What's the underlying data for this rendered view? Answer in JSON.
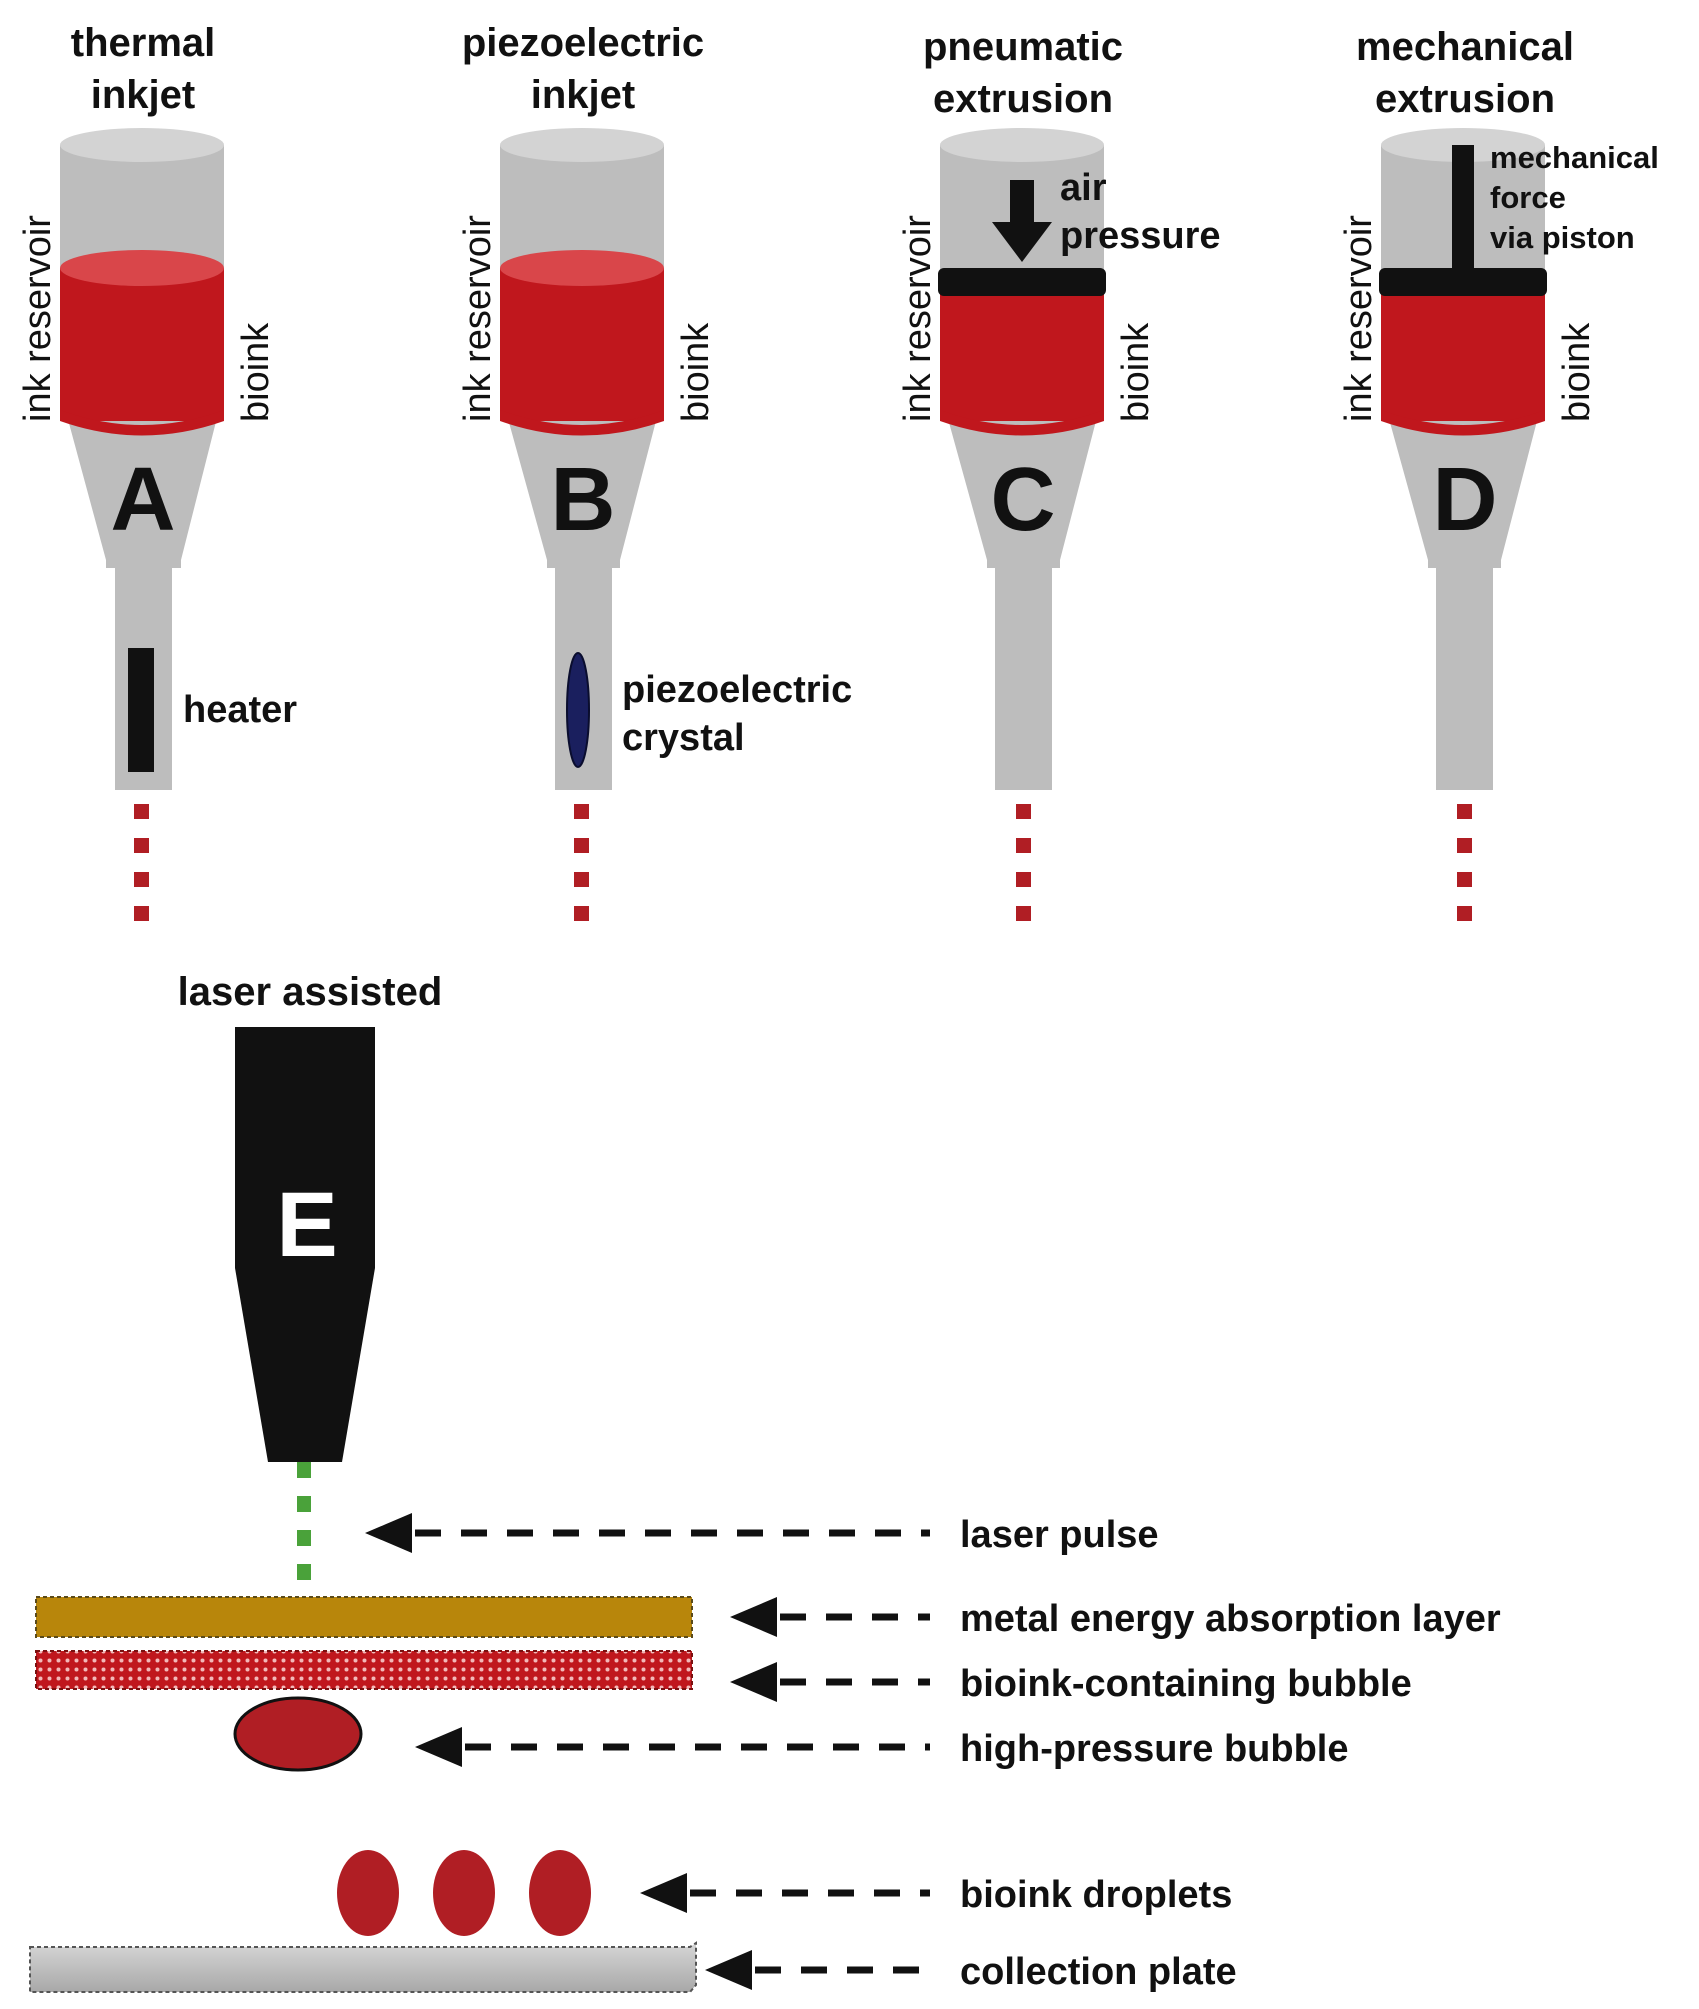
{
  "colors": {
    "body_gray": "#bdbdbd",
    "cap_gray": "#d3d3d3",
    "bioink_red": "#c0171d",
    "bioink_top": "#d9464a",
    "dot_red": "#b01e24",
    "piston_black": "#111111",
    "laser_green": "#4aa23a",
    "metal_gold": "#b8860b",
    "plate_gray": "#c4c4c4",
    "crystal_blue": "#1a1f5e"
  },
  "printheads": [
    {
      "letter": "A",
      "title_line1": "thermal",
      "title_line2": "inkjet",
      "left_label": "ink reservoir",
      "right_label": "bioink",
      "component": "heater-icon",
      "component_label_1": "heater",
      "component_label_2": ""
    },
    {
      "letter": "B",
      "title_line1": "piezoelectric",
      "title_line2": "inkjet",
      "left_label": "ink reservoir",
      "right_label": "bioink",
      "component": "crystal-icon",
      "component_label_1": "piezoelectric",
      "component_label_2": "crystal"
    },
    {
      "letter": "C",
      "title_line1": "pneumatic",
      "title_line2": "extrusion",
      "left_label": "ink reservoir",
      "right_label": "bioink",
      "component": "air-arrow-icon",
      "component_label_1": "air",
      "component_label_2": "pressure"
    },
    {
      "letter": "D",
      "title_line1": "mechanical",
      "title_line2": "extrusion",
      "left_label": "ink reservoir",
      "right_label": "bioink",
      "component": "piston-icon",
      "component_label_1": "mechanical",
      "component_label_2": "force",
      "component_label_3": "via piston"
    }
  ],
  "laser": {
    "title": "laser assisted",
    "letter": "E",
    "labels": {
      "laser_pulse": "laser pulse",
      "metal_layer": "metal energy absorption layer",
      "bubble_layer": "bioink-containing bubble",
      "high_pressure": "high-pressure bubble",
      "droplets": "bioink droplets",
      "plate": "collection plate"
    }
  }
}
